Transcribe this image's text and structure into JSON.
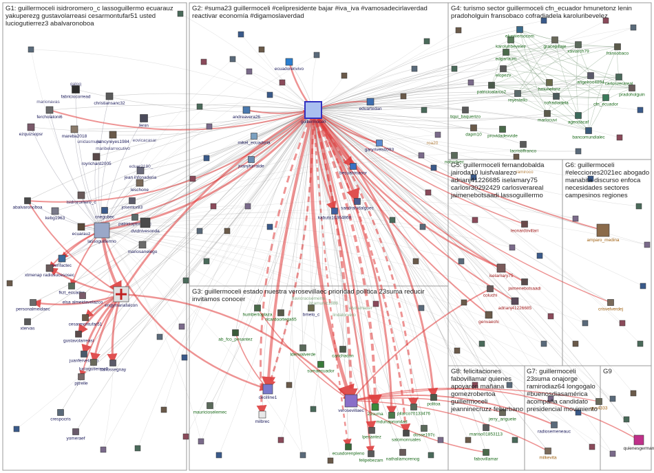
{
  "groups": [
    {
      "id": "G1",
      "title": "G1: guillermoceli isidroromero_c lassoguillermo ecuarauz yakuperezg gustavolarreasi cesarmontufar51 usted luciogutierrez3 abalvaronoboa"
    },
    {
      "id": "G2",
      "title": "G2: #suma23 guillermoceli #celipresidente bajar #iva_iva #vamosadecirlaverdad reactivar economía #digamoslaverdad"
    },
    {
      "id": "G3",
      "title": "G3: guillermoceli estado nuestra verosevillaec prioridad política 23suma reducir invitamos conocer"
    },
    {
      "id": "G4",
      "title": "G4: turismo sector guillermoceli cfn_ecuador hmunetonz lenin pradoholguin fransobaco cofradiadela karoluribevelez"
    },
    {
      "id": "G5",
      "title": "G5: guillermoceli fernandobalda jairoda10 luisfvalarezo adrianj41226685 iselamary75 carlosr30292429 carlosverareal jaimenebotsaadi lassoguillermo"
    },
    {
      "id": "G6",
      "title": "G6: guillermoceli #elecciones2021ec abogado manabita discurso enfoca necesidades sectores campesinos regiones"
    },
    {
      "id": "G7",
      "title": "G7: guillermoceli 23suma onajorge ramirodiaz64 longogalo #buenosdiasamérica acompaña candidato presidencial movimiento"
    },
    {
      "id": "G8",
      "title": "G8: felicitaciones fabovillamar quienes apoyaron mañana gomezrobertoa guillermoceli jeanninecruzz feburbano"
    },
    {
      "id": "G9",
      "title": "G9"
    }
  ],
  "nodes": [
    {
      "id": "guillermoceli",
      "label": "guillermoceli",
      "color": "#a9bff0"
    },
    {
      "id": "lassoguillermo",
      "label": "lassoguillermo",
      "color": "#9aa8c8"
    },
    {
      "id": "engymariafalcon",
      "label": "engymariafalcon",
      "color": "#e1e1e1"
    },
    {
      "id": "verosevillaec",
      "label": "verosevillaec",
      "color": "#8a6ec8"
    },
    {
      "id": "cecilline1",
      "label": "cecilline1",
      "color": "#7a7acc"
    },
    {
      "id": "ecuadorenvivo",
      "label": "ecuadorenvivo",
      "color": "#2b7fd0"
    },
    {
      "id": "eduartedan",
      "label": "eduartedan",
      "color": "#3f6fb0"
    },
    {
      "id": "andreavera26",
      "label": "andreavera26",
      "color": "#4a7ab0"
    },
    {
      "id": "mikel_ecuadoria",
      "label": "mikel_ecuadoria",
      "color": "#7aa0c0"
    },
    {
      "id": "juanyturralde",
      "label": "juanyturralde",
      "color": "#6a8ab0"
    },
    {
      "id": "garyriveis0093",
      "label": "garyriveis0093",
      "color": "#5a8ad0"
    },
    {
      "id": "becuatorianor",
      "label": "becuatorianor",
      "color": "#3a72c4"
    },
    {
      "id": "sandrahidalgoec",
      "label": "sandrahidalgoec",
      "color": "#4a5a90"
    },
    {
      "id": "kabuto16364868",
      "label": "kabuto16364868",
      "color": "#3f5fa0"
    },
    {
      "id": "fabriciocorread",
      "label": "fabriciocorread",
      "color": "#2c2c2c"
    },
    {
      "id": "christiansanc32",
      "label": "christiansanc32",
      "color": "#5a5a5a"
    },
    {
      "id": "fercholatoni6",
      "label": "fercholatoni6",
      "color": "#6a6a6a"
    },
    {
      "id": "ezquizsopsr",
      "label": "ezquizsopsr",
      "color": "#7a5a6a"
    },
    {
      "id": "mareba2018",
      "label": "mareba2018",
      "color": "#8a7a6a"
    },
    {
      "id": "nancyreyes1984",
      "label": "nancyreyes1984",
      "color": "#6a5a4a"
    },
    {
      "id": "lenin",
      "label": "lenin",
      "color": "#4a4a5a"
    },
    {
      "id": "royrichard2005",
      "label": "royrichard2005",
      "color": "#5a4a4a"
    },
    {
      "id": "jean_infonaderia",
      "label": "jean infonaderia",
      "color": "#6a6a7a"
    },
    {
      "id": "leschone",
      "label": "leschone",
      "color": "#7a6a5a"
    },
    {
      "id": "joseritor83",
      "label": "joseritor83",
      "color": "#5a5a6a"
    },
    {
      "id": "abalvaronoboa",
      "label": "abalvaronoboa",
      "color": "#4a4a4a"
    },
    {
      "id": "isidroromero_c",
      "label": "isidroromero_c",
      "color": "#6a5a5a"
    },
    {
      "id": "patriciopimeroec",
      "label": "patriciopimeroec",
      "color": "#5a6a6a"
    },
    {
      "id": "kebg1963",
      "label": "kebg1963",
      "color": "#7a7a8a"
    },
    {
      "id": "cnegobec",
      "label": "cnegobec",
      "color": "#3a5a8a"
    },
    {
      "id": "dvidnivesonda",
      "label": "dvidnivesonda",
      "color": "#4a4a4a"
    },
    {
      "id": "mariosanelego",
      "label": "mariosanelego",
      "color": "#6a6a6a"
    },
    {
      "id": "ecuarauz",
      "label": "ecuarauz",
      "color": "#5a4a3a"
    },
    {
      "id": "xtmenap",
      "label": "xtmenap radiosucesosec",
      "color": "#6a5a5a"
    },
    {
      "id": "verifactec",
      "label": "verifactec",
      "color": "#3a6a9a"
    },
    {
      "id": "fkzt_ecuador",
      "label": "fkzt_ecuador",
      "color": "#5a6a5a"
    },
    {
      "id": "elsa_almeidavelazco",
      "label": "elsa almeidavelazco",
      "color": "#7a5a6a"
    },
    {
      "id": "personalmeidaec",
      "label": "personalmeidaec",
      "color": "#6a6a6a"
    },
    {
      "id": "xtervas",
      "label": "xtervas",
      "color": "#5a5a5a"
    },
    {
      "id": "cesarmontufar51",
      "label": "cesarmontufar51",
      "color": "#6a5a4a"
    },
    {
      "id": "gustavolarreasi",
      "label": "gustavolarreasi",
      "color": "#5a4a4a"
    },
    {
      "id": "juanfervelasco",
      "label": "juanfervelasco",
      "color": "#4a5a6a"
    },
    {
      "id": "luciogutierrez3",
      "label": "luciogutierrez3",
      "color": "#6a6a5a"
    },
    {
      "id": "carlossegnay",
      "label": "carlossegnay",
      "color": "#5a5a6a"
    },
    {
      "id": "pjtrelle",
      "label": "pjtrelle",
      "color": "#7a6a6a"
    },
    {
      "id": "crespocris",
      "label": "crespocris",
      "color": "#5a6a7a"
    },
    {
      "id": "yomeraef",
      "label": "yomeraef",
      "color": "#6a5a6a"
    },
    {
      "id": "humbertoplaza",
      "label": "humbertoplaza",
      "color": "#4a6a4a"
    },
    {
      "id": "ricardoortega65",
      "label": "ricardoortega65",
      "color": "#5a5a4a"
    },
    {
      "id": "bmelo_c",
      "label": "bmelo_c",
      "color": "#6a6a4a"
    },
    {
      "id": "ab_fco_pesantez",
      "label": "ab_fco_pesantez",
      "color": "#3a5a3a"
    },
    {
      "id": "ldenvalverde",
      "label": "ldenvalverde",
      "color": "#5a6a5a"
    },
    {
      "id": "carichacon",
      "label": "carichacon",
      "color": "#4a5a4a"
    },
    {
      "id": "sumaecuador",
      "label": "sumaecuador",
      "color": "#3a7a3a"
    },
    {
      "id": "mauricioselemec",
      "label": "mauricioselemec",
      "color": "#5a6a5a"
    },
    {
      "id": "milbrec",
      "label": "milbrec",
      "color": "#e8e8e8"
    },
    {
      "id": "23suma",
      "label": "23suma",
      "color": "#3a8a3a"
    },
    {
      "id": "mdunaprioridad",
      "label": "mdunaprioridad",
      "color": "#4a7a4a"
    },
    {
      "id": "pilarco70133476",
      "label": "pilarco70133476",
      "color": "#5a6a5a"
    },
    {
      "id": "politoa",
      "label": "politoa",
      "color": "#4a5a4a"
    },
    {
      "id": "lpesantez",
      "label": "lpesantez",
      "color": "#5a5a5a"
    },
    {
      "id": "salomonruales",
      "label": "salomonruales",
      "color": "#4a4a4a"
    },
    {
      "id": "dosse197c",
      "label": "dosse197c",
      "color": "#5a6a5a"
    },
    {
      "id": "ecuadorenpleno",
      "label": "ecuadorenpleno",
      "color": "#3a6a3a"
    },
    {
      "id": "felipebezam",
      "label": "felipebezam",
      "color": "#5a5a5a"
    },
    {
      "id": "nathaliamorenog",
      "label": "nathaliamorenog",
      "color": "#6a5a5a"
    },
    {
      "id": "karoluribevelez",
      "label": "karoluribevelez",
      "color": "#5a7a5a"
    },
    {
      "id": "eluniversocom",
      "label": "eluniversocom",
      "color": "#3a6a8a"
    },
    {
      "id": "gracepillaje",
      "label": "gracepillaje",
      "color": "#6a6a5a"
    },
    {
      "id": "fransobaco",
      "label": "fransobaco",
      "color": "#5a5a4a"
    },
    {
      "id": "edgarlaum",
      "label": "edgarlaum",
      "color": "#4a6a4a"
    },
    {
      "id": "xaviarch79",
      "label": "xaviarch79",
      "color": "#5a6a5a"
    },
    {
      "id": "elopezv",
      "label": "elopezv",
      "color": "#5a5a5a"
    },
    {
      "id": "patricioalarco2",
      "label": "patricioalarco2",
      "color": "#4a5a4a"
    },
    {
      "id": "hmunetonz",
      "label": "hmunetonz",
      "color": "#6a6a4a"
    },
    {
      "id": "angelroo4894",
      "label": "angelroo4894",
      "color": "#5a5a6a"
    },
    {
      "id": "carlosverareal",
      "label": "carlosverareal",
      "color": "#4a6a5a"
    },
    {
      "id": "pradoholguin",
      "label": "pradoholguin",
      "color": "#6a5a5a"
    },
    {
      "id": "reyestello",
      "label": "reyestello",
      "color": "#5a6a6a"
    },
    {
      "id": "cofradiadela",
      "label": "cofradiadela",
      "color": "#4a5a5a"
    },
    {
      "id": "marlocuvi",
      "label": "marlocuvi",
      "color": "#5a5a4a"
    },
    {
      "id": "agendacaf",
      "label": "agendacaf",
      "color": "#3a6a5a"
    },
    {
      "id": "bancomundialec",
      "label": "bancomundialec",
      "color": "#3a5a7a"
    },
    {
      "id": "cfn_ecuador",
      "label": "cfn_ecuador",
      "color": "#3a7a5a"
    },
    {
      "id": "tiqui_baquerizo",
      "label": "tiqui_baquerizo",
      "color": "#5a5a5a"
    },
    {
      "id": "dapm10",
      "label": "dapm10",
      "color": "#6a5a4a"
    },
    {
      "id": "providadexvide",
      "label": "providadexvide",
      "color": "#4a6a4a"
    },
    {
      "id": "lacristiffranco",
      "label": "lacristiffranco",
      "color": "#5a5a5a"
    },
    {
      "id": "nobodyec",
      "label": "nobodyec",
      "color": "#5a6a5a"
    },
    {
      "id": "leonardovillari",
      "label": "leonardovillari",
      "color": "#6a4a4a"
    },
    {
      "id": "iselamary75",
      "label": "iselamary75",
      "color": "#7a5a5a"
    },
    {
      "id": "jaimenebotsaadi",
      "label": "jaimenebotsaadi",
      "color": "#5a4a4a"
    },
    {
      "id": "coluchi",
      "label": "coluchi",
      "color": "#6a5a5a"
    },
    {
      "id": "adrianj41226685",
      "label": "adrianj41226685",
      "color": "#5a4a5a"
    },
    {
      "id": "genvaechi",
      "label": "genvaechi",
      "color": "#6a5a4a"
    },
    {
      "id": "amparo_medina",
      "label": "amparo_medina",
      "color": "#8a6a4a"
    },
    {
      "id": "crisvelverdej",
      "label": "crisvelverdej",
      "color": "#7a6a5a"
    },
    {
      "id": "fabovillamar",
      "label": "fabovillamar",
      "color": "#4a6a4a"
    },
    {
      "id": "mariso01853113",
      "label": "mariso01853113",
      "color": "#5a5a5a"
    },
    {
      "id": "jerry_anguete",
      "label": "jerry_anguete",
      "color": "#6a6a5a"
    },
    {
      "id": "radiosemeneauc",
      "label": "radiosemeneauc",
      "color": "#5a6a7a"
    },
    {
      "id": "milkevita",
      "label": "milkevita",
      "color": "#7a6a5a"
    },
    {
      "id": "quienesgerman",
      "label": "quienesgerman",
      "color": "#c0308a"
    },
    {
      "id": "gus4333",
      "label": "gus4333",
      "color": "#6a6a5a"
    }
  ],
  "node_labels_misc": [
    "marionavas",
    "galoq",
    "unidasmujer",
    "eovicacasar",
    "eduer2180_",
    "maribelarrecutivo",
    "flavioraosemena",
    "jtcamunic1888",
    "elviramaxer",
    "lindalorvero",
    "roa20",
    "ramiroco"
  ]
}
